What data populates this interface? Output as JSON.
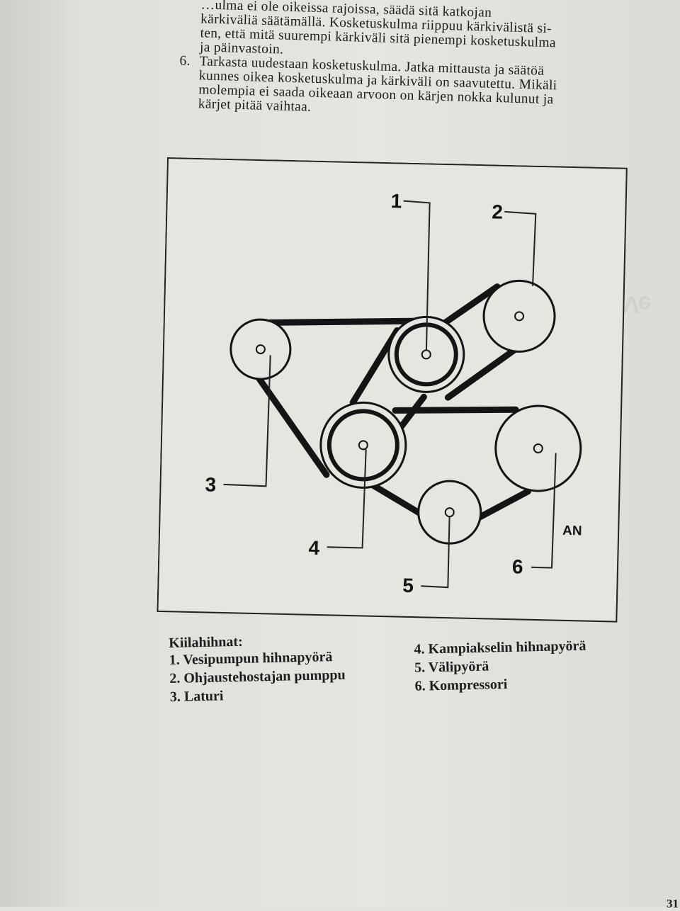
{
  "document": {
    "top_text": {
      "line_cut": "…ulma ei ole oikeissa rajoissa, säädä sitä katkojan",
      "line1": "kärkiväliä säätämällä. Kosketuskulma riippuu kärkivälistä si-",
      "line2": "ten, että mitä suurempi kärkiväli sitä pienempi kosketuskulma",
      "line3": "ja päinvastoin.",
      "item6_number": "6.",
      "item6_line1": "Tarkasta uudestaan kosketuskulma. Jatka mittausta ja säätöä",
      "item6_line2": "kunnes oikea kosketuskulma ja kärkiväli on saavutettu. Mikäli",
      "item6_line3": "molempia ei saada oikeaan arvoon on kärjen nokka kulunut ja",
      "item6_line4": "kärjet pitää vaihtaa."
    },
    "diagram": {
      "callout_1": "1",
      "callout_2": "2",
      "callout_3": "3",
      "callout_4": "4",
      "callout_5": "5",
      "callout_6": "6",
      "an_label": "AN"
    },
    "legend": {
      "title": "Kiilahihnat:",
      "items": [
        "1. Vesipumpun hihnapyörä",
        "2. Ohjaustehostajan pumppu",
        "3. Laturi",
        "4. Kampiakselin hihnapyörä",
        "5. Välipyörä",
        "6. Kompressori"
      ]
    },
    "page_number": "31"
  },
  "colors": {
    "paper": "#e3e2dc",
    "ink": "#1e1e1e",
    "belt": "#141414"
  }
}
